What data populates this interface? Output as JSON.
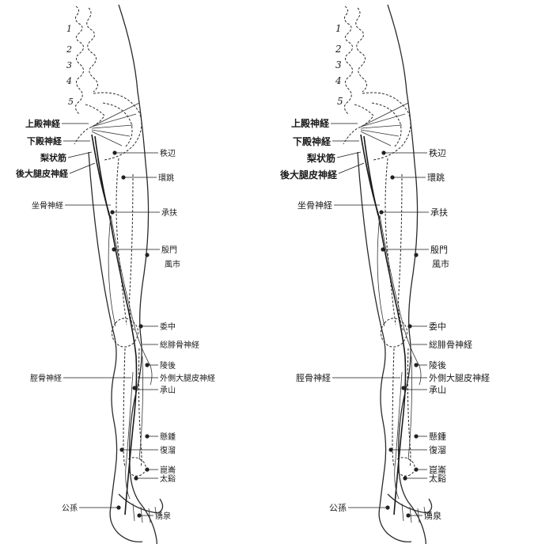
{
  "nerves": {
    "superior_gluteal": "上殿神経",
    "inferior_gluteal": "下殿神経",
    "piriformis": "梨状筋",
    "posterior_femoral_cutaneous": "後大腿皮神経",
    "sciatic": "坐骨神経",
    "tibial": "脛骨神経",
    "common_peroneal": "総腓骨神経",
    "lateral_sural_cutaneous": "外側大腿皮神経"
  },
  "points": {
    "zhibian": "秩辺",
    "huantiao": "環跳",
    "chengfu": "承扶",
    "yinmen": "殷門",
    "fengshi": "風市",
    "weizhong": "委中",
    "yanglingquan": "陵後",
    "chengshan": "承山",
    "xuanzhong": "懸鍾",
    "fuliu": "復溜",
    "kunlun": "崑崙",
    "taixi": "太谿",
    "gongsun": "公孫",
    "yongquan": "湧泉"
  },
  "vertebrae": [
    "1",
    "2",
    "3",
    "4",
    "5"
  ]
}
